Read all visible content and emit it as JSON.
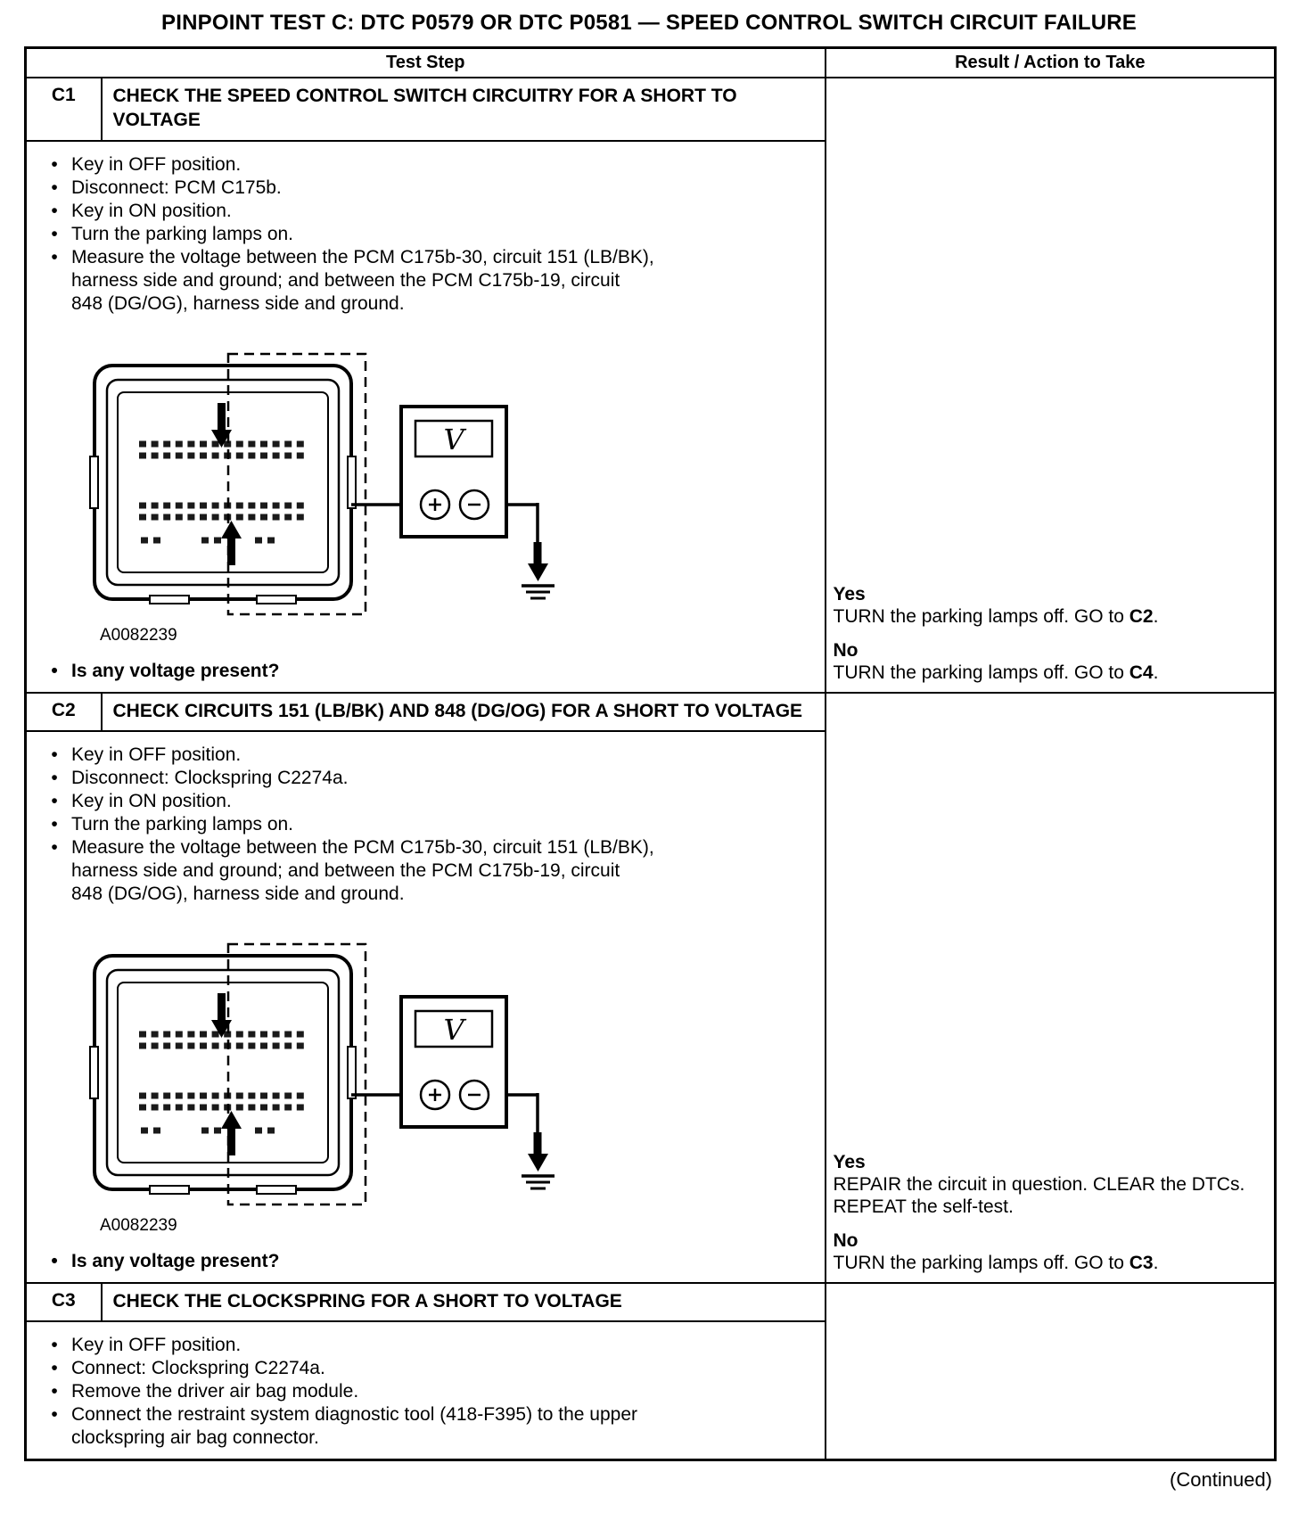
{
  "page": {
    "title": "PINPOINT TEST C: DTC P0579 OR DTC P0581 — SPEED CONTROL SWITCH CIRCUIT FAILURE",
    "continued": "(Continued)"
  },
  "table": {
    "header": {
      "test_step": "Test Step",
      "result": "Result / Action to Take"
    },
    "steps": [
      {
        "id": "C1",
        "title": "CHECK THE SPEED CONTROL SWITCH CIRCUITRY FOR A SHORT TO VOLTAGE",
        "bullets": [
          "Key in OFF position.",
          "Disconnect: PCM C175b.",
          "Key in ON position.",
          "Turn the parking lamps on.",
          "Measure the voltage between the PCM C175b-30, circuit 151 (LB/BK), harness side and ground; and between the PCM C175b-19, circuit 848 (DG/OG), harness side and ground."
        ],
        "figure_label": "A0082239",
        "question": "Is any voltage present?",
        "results": [
          {
            "label": "Yes",
            "pre": "TURN the parking lamps off. GO to ",
            "ref": "C2",
            "post": "."
          },
          {
            "label": "No",
            "pre": "TURN the parking lamps off. GO to ",
            "ref": "C4",
            "post": "."
          }
        ]
      },
      {
        "id": "C2",
        "title": "CHECK CIRCUITS 151 (LB/BK) AND 848 (DG/OG) FOR A SHORT TO VOLTAGE",
        "bullets": [
          "Key in OFF position.",
          "Disconnect: Clockspring C2274a.",
          "Key in ON position.",
          "Turn the parking lamps on.",
          "Measure the voltage between the PCM C175b-30, circuit 151 (LB/BK), harness side and ground; and between the PCM C175b-19, circuit 848 (DG/OG), harness side and ground."
        ],
        "figure_label": "A0082239",
        "question": "Is any voltage present?",
        "results": [
          {
            "label": "Yes",
            "pre": "REPAIR the circuit in question. CLEAR the DTCs. REPEAT the self-test.",
            "ref": "",
            "post": ""
          },
          {
            "label": "No",
            "pre": "TURN the parking lamps off. GO to ",
            "ref": "C3",
            "post": "."
          }
        ]
      },
      {
        "id": "C3",
        "title": "CHECK THE CLOCKSPRING FOR A SHORT TO VOLTAGE",
        "bullets": [
          "Key in OFF position.",
          "Connect: Clockspring C2274a.",
          "Remove the driver air bag module.",
          "Connect the restraint system diagnostic tool (418-F395) to the upper clockspring air bag connector."
        ]
      }
    ]
  }
}
